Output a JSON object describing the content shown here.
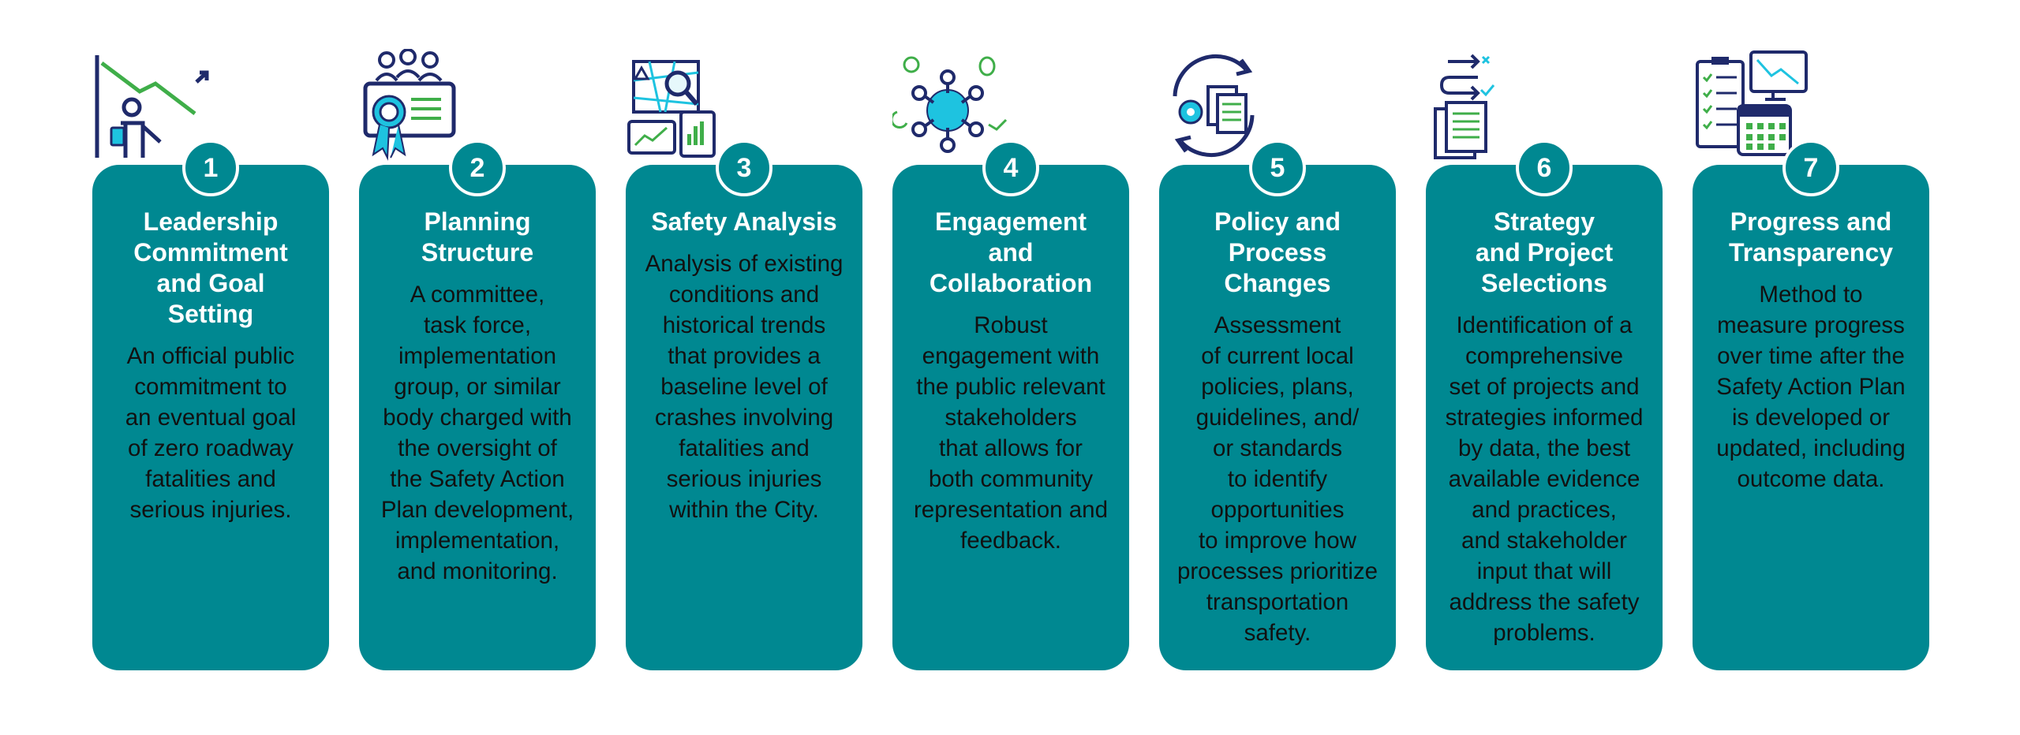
{
  "colors": {
    "card": "#008891",
    "number_text": "#ffffff",
    "icon_navy": "#1f2a6b",
    "icon_green": "#3fae49",
    "icon_cyan": "#1ec3e0"
  },
  "steps": [
    {
      "number": "1",
      "title": "Leadership\nCommitment\nand Goal\nSetting",
      "description": "An official public\ncommitment to\nan eventual goal\nof zero roadway\nfatalities and\nserious injuries.",
      "icon": "presentation-chart-icon"
    },
    {
      "number": "2",
      "title": "Planning\nStructure",
      "description": "A committee,\ntask force,\nimplementation\ngroup, or similar\nbody charged with\nthe oversight of\nthe Safety Action\nPlan development,\nimplementation,\nand monitoring.",
      "icon": "committee-certificate-icon"
    },
    {
      "number": "3",
      "title": "Safety Analysis",
      "description": "Analysis of existing\nconditions and\nhistorical trends\nthat provides a\nbaseline level of\ncrashes involving\nfatalities and\nserious injuries\nwithin the City.",
      "icon": "map-analysis-icon"
    },
    {
      "number": "4",
      "title": "Engagement\nand\nCollaboration",
      "description": "Robust\nengagement with\nthe public relevant\nstakeholders\nthat allows for\nboth community\nrepresentation and\nfeedback.",
      "icon": "collaboration-network-icon"
    },
    {
      "number": "5",
      "title": "Policy and\nProcess\nChanges",
      "description": "Assessment\nof current local\npolicies, plans,\nguidelines, and/\nor standards\nto identify\nopportunities\nto improve how\nprocesses prioritize\ntransportation\nsafety.",
      "icon": "process-cycle-icon"
    },
    {
      "number": "6",
      "title": "Strategy\nand Project\nSelections",
      "description": "Identification of a\ncomprehensive\nset of projects and\nstrategies informed\nby data, the best\navailable evidence\nand practices,\nand stakeholder\ninput that will\naddress the safety\nproblems.",
      "icon": "strategy-flow-icon"
    },
    {
      "number": "7",
      "title": "Progress and\nTransparency",
      "description": "Method to\nmeasure progress\nover time after the\nSafety Action Plan\nis developed or\nupdated, including\noutcome data.",
      "icon": "progress-checklist-icon"
    }
  ]
}
